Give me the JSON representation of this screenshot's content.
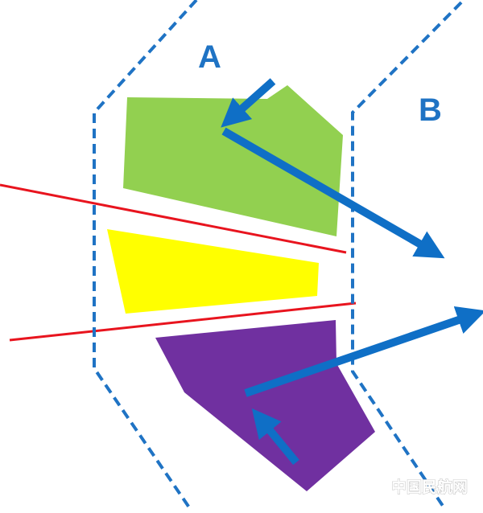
{
  "labels": {
    "region_a": "A",
    "region_b": "B"
  },
  "watermark": "中国民航网",
  "colors": {
    "boundary": "#1f73c4",
    "arrow": "#0f6fc6",
    "label": "#1f73c4",
    "green_block": "#92d050",
    "yellow_block": "#ffff00",
    "purple_block": "#7030a0",
    "red_line": "#e8141e"
  }
}
